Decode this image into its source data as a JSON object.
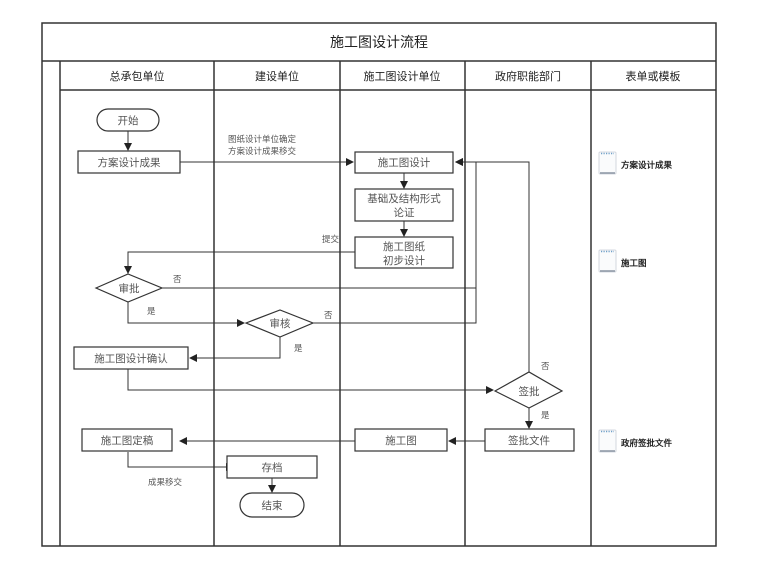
{
  "title": "施工图设计流程",
  "lanes": [
    {
      "label": "总承包单位"
    },
    {
      "label": "建设单位"
    },
    {
      "label": "施工图设计单位"
    },
    {
      "label": "政府职能部门"
    },
    {
      "label": "表单或模板"
    }
  ],
  "nodes": {
    "start": "开始",
    "scheme_result": "方案设计成果",
    "construction_design": "施工图设计",
    "foundation_line1": "基础及结构形式",
    "foundation_line2": "论证",
    "prelim_line1": "施工图纸",
    "prelim_line2": "初步设计",
    "approve": "审批",
    "review": "审核",
    "confirm": "施工图设计确认",
    "sign_approve": "签批",
    "sign_doc": "签批文件",
    "drawings": "施工图",
    "final": "施工图定稿",
    "archive": "存档",
    "end": "结束"
  },
  "labels": {
    "transfer_line1": "图纸设计单位确定",
    "transfer_line2": "方案设计成果移交",
    "submit": "提交",
    "approve_no": "否",
    "approve_yes": "是",
    "review_no": "否",
    "review_yes": "是",
    "sign_no": "否",
    "sign_yes": "是",
    "result_transfer": "成果移交"
  },
  "forms": [
    {
      "icon": "document-icon",
      "label": "方案设计成果"
    },
    {
      "icon": "document-icon",
      "label": "施工图"
    },
    {
      "icon": "document-icon",
      "label": "政府签批文件"
    }
  ]
}
